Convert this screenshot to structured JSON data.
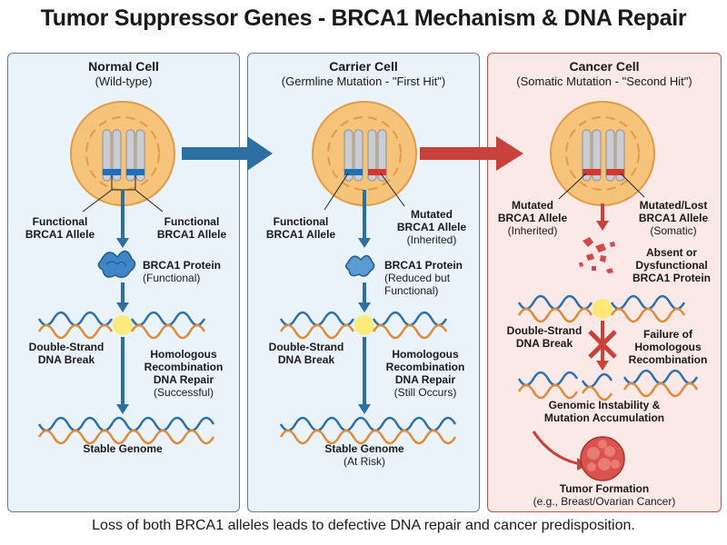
{
  "title": "Tumor Suppressor Genes - BRCA1 Mechanism & DNA Repair",
  "caption": "Loss of both BRCA1 alleles leads to defective DNA repair and cancer predisposition.",
  "panels": {
    "normal": {
      "title": "Normal Cell",
      "subtitle": "(Wild-type)",
      "left_allele": [
        "Functional",
        "BRCA1 Allele"
      ],
      "right_allele": [
        "Functional",
        "BRCA1 Allele"
      ],
      "protein": [
        "BRCA1 Protein",
        "(Functional)"
      ],
      "break": [
        "Double-Strand",
        "DNA Break"
      ],
      "repair": [
        "Homologous",
        "Recombination",
        "DNA Repair",
        "(Successful)"
      ],
      "outcome": [
        "Stable Genome"
      ]
    },
    "carrier": {
      "title": "Carrier Cell",
      "subtitle": "(Germline Mutation - \"First Hit\")",
      "left_allele": [
        "Functional",
        "BRCA1 Allele"
      ],
      "right_allele": [
        "Mutated",
        "BRCA1 Allele",
        "(Inherited)"
      ],
      "protein": [
        "BRCA1 Protein",
        "(Reduced but",
        "Functional)"
      ],
      "break": [
        "Double-Strand",
        "DNA Break"
      ],
      "repair": [
        "Homologous",
        "Recombination",
        "DNA Repair",
        "(Still Occurs)"
      ],
      "outcome": [
        "Stable Genome",
        "(At Risk)"
      ]
    },
    "cancer": {
      "title": "Cancer Cell",
      "subtitle": "(Somatic Mutation - \"Second Hit\")",
      "left_allele": [
        "Mutated",
        "BRCA1 Allele",
        "(Inherited)"
      ],
      "right_allele": [
        "Mutated/Lost",
        "BRCA1 Allele",
        "(Somatic)"
      ],
      "protein": [
        "Absent or",
        "Dysfunctional",
        "BRCA1 Protein"
      ],
      "break": [
        "Double-Strand",
        "DNA Break"
      ],
      "failure": [
        "Failure of",
        "Homologous",
        "Recombination"
      ],
      "instability": [
        "Genomic Instability &",
        "Mutation Accumulation"
      ],
      "outcome": [
        "Tumor Formation",
        "(e.g., Breast/Ovarian Cancer)"
      ]
    }
  },
  "colors": {
    "arrow_blue": "#2e6fa3",
    "arrow_red": "#c8413b",
    "functional_allele": "#1f6fb8",
    "mutated_allele": "#d23a2f",
    "cell_fill": "#f6c37a",
    "cell_border": "#e39a45",
    "dna_blue": "#2f6fae",
    "dna_orange": "#e08a3a",
    "break_glow": "#ffe85c"
  }
}
